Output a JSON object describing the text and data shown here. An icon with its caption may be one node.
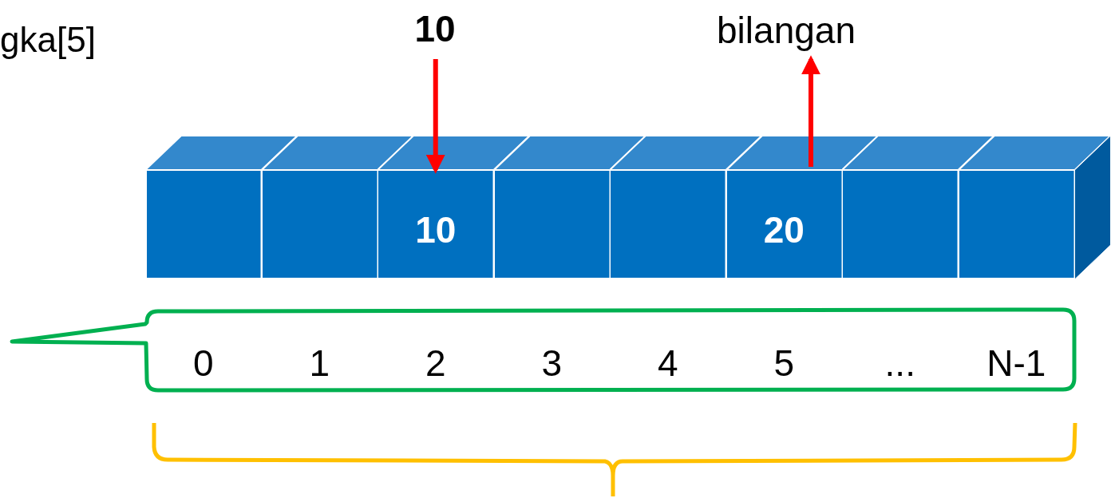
{
  "diagram": {
    "nodes": [
      {
        "text": [
          "gka[5]"
        ]
      },
      {
        "text": [
          "10"
        ]
      },
      {
        "text": [
          "bilangan"
        ]
      },
      {
        "text": [],
        "shape": "box"
      },
      {
        "text": [],
        "shape": "box"
      },
      {
        "text": [
          "10"
        ]
      },
      {
        "text": [],
        "shape": "box"
      },
      {
        "text": [],
        "shape": "box"
      },
      {
        "text": [
          "20"
        ]
      },
      {
        "text": [],
        "shape": "box"
      },
      {
        "text": [],
        "shape": "box"
      },
      {
        "text": [
          "0",
          "1",
          "2",
          "3",
          "4",
          "5",
          "...",
          "N-1"
        ]
      }
    ],
    "edges": [
      {
        "from": 1,
        "to": 5,
        "arrow": "to",
        "color": "#ff0000"
      },
      {
        "from": 8,
        "to": 2,
        "arrow": "to",
        "color": "#ff0000"
      }
    ]
  }
}
